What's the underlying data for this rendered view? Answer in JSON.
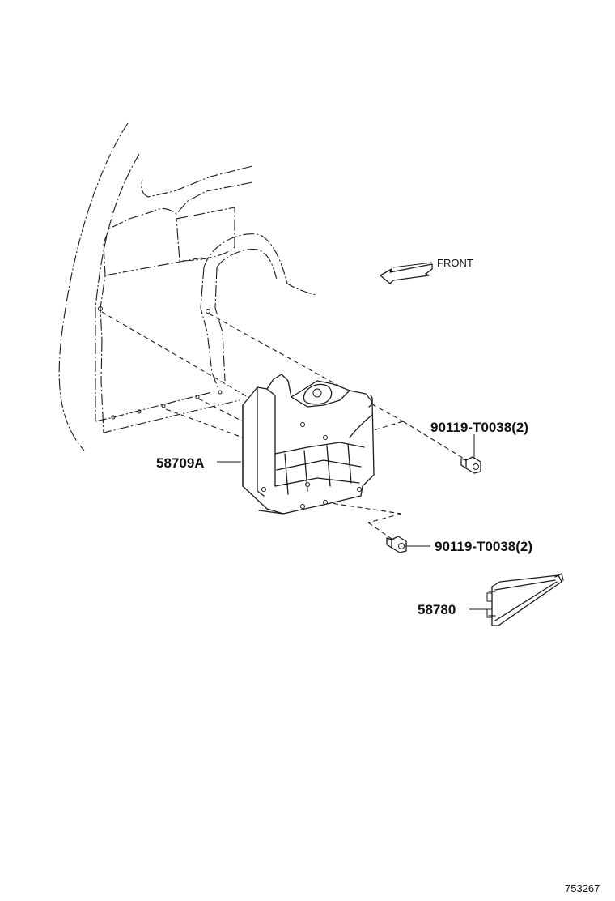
{
  "diagram": {
    "front_indicator": "FRONT",
    "parts": [
      {
        "label": "58709A"
      },
      {
        "label": "90119-T0038(2)"
      },
      {
        "label": "90119-T0038(2)"
      },
      {
        "label": "58780"
      }
    ],
    "drawing_number": "753267"
  }
}
